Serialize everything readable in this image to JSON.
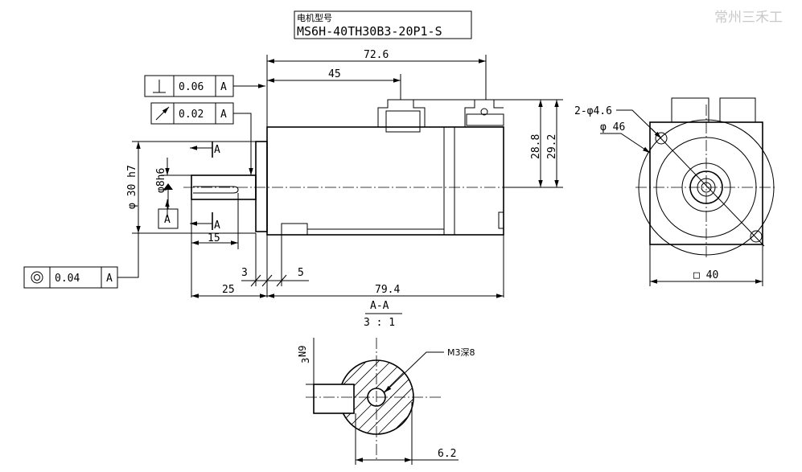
{
  "header": {
    "model_caption": "电机型号",
    "model_number": "MS6H-40TH30B3-20P1-S",
    "watermark": "常州三禾工"
  },
  "tolerances": {
    "perpendicularity": {
      "value": "0.06",
      "datum": "A"
    },
    "runout": {
      "value": "0.02",
      "datum": "A"
    },
    "concentricity": {
      "value": "0.04",
      "datum": "A"
    },
    "datum_box": "A",
    "section_mark_top": "A",
    "section_mark_bottom": "A"
  },
  "dimensions": {
    "overall_top": "72.6",
    "flange_to_connector": "45",
    "height_a": "28.8",
    "height_b": "29.2",
    "pilot_diameter": "φ 30 h7",
    "shaft_diameter": "φ8h6",
    "shaft_key_length": "15",
    "flange_thickness": "3",
    "pilot_length": "5",
    "shaft_length": "25",
    "body_length": "79.4",
    "hole_spec": "2-φ4.6",
    "pcd": "φ 46",
    "square": "□ 40"
  },
  "section": {
    "title": "A-A",
    "scale": "3 : 1",
    "tolerance_n9": "N9",
    "tolerance_3": "3",
    "tap_note": "M3深8",
    "width": "6.2"
  }
}
